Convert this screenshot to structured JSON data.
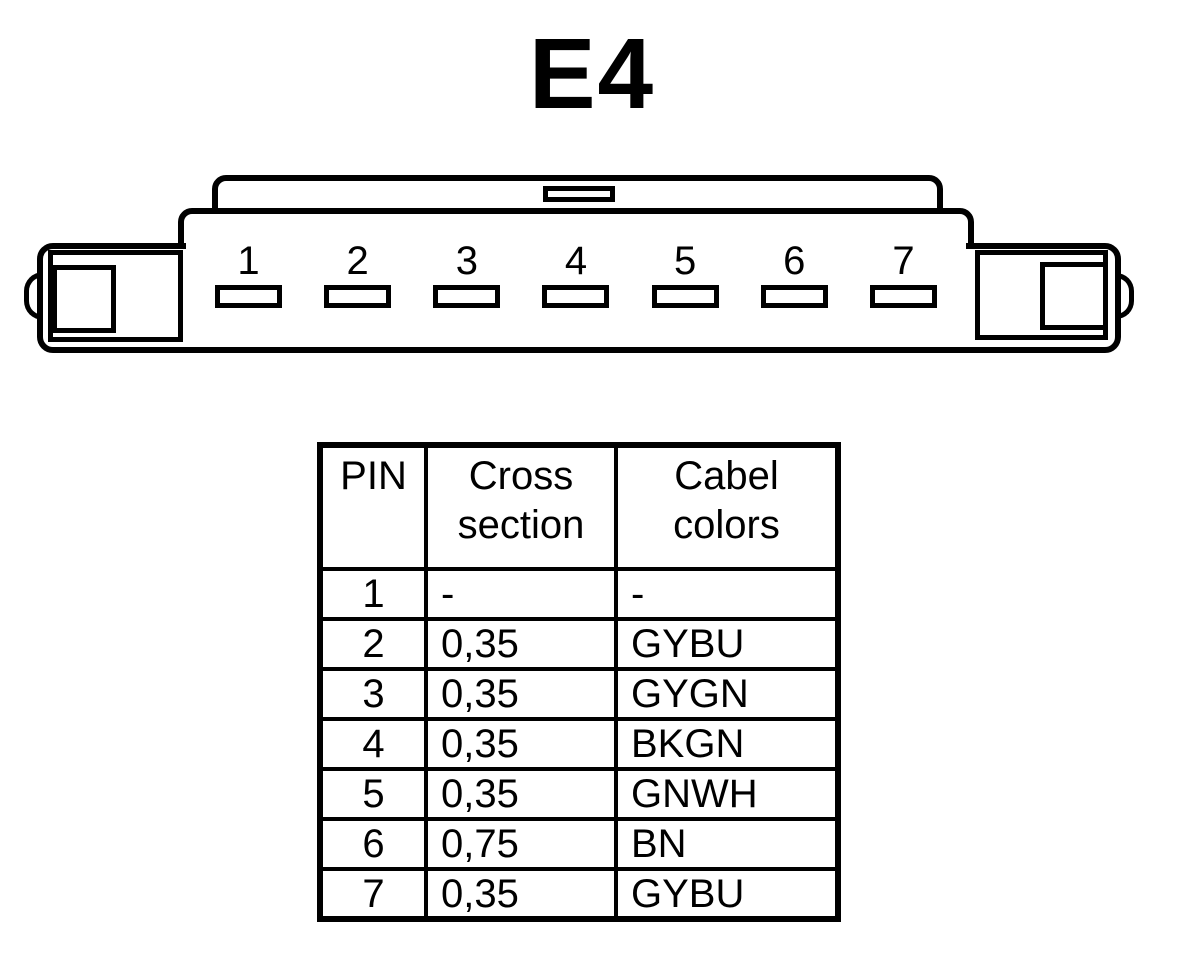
{
  "title": "E4",
  "colors": {
    "ink": "#000000",
    "paper": "#ffffff"
  },
  "connector": {
    "pins": [
      "1",
      "2",
      "3",
      "4",
      "5",
      "6",
      "7"
    ]
  },
  "table": {
    "headers": {
      "pin": "PIN",
      "cross": "Cross section",
      "colors": "Cabel colors"
    },
    "rows": [
      {
        "pin": "1",
        "cross": "-",
        "colors": "-"
      },
      {
        "pin": "2",
        "cross": "0,35",
        "colors": "GYBU"
      },
      {
        "pin": "3",
        "cross": "0,35",
        "colors": "GYGN"
      },
      {
        "pin": "4",
        "cross": "0,35",
        "colors": "BKGN"
      },
      {
        "pin": "5",
        "cross": "0,35",
        "colors": "GNWH"
      },
      {
        "pin": "6",
        "cross": "0,75",
        "colors": "BN"
      },
      {
        "pin": "7",
        "cross": "0,35",
        "colors": "GYBU"
      }
    ]
  }
}
